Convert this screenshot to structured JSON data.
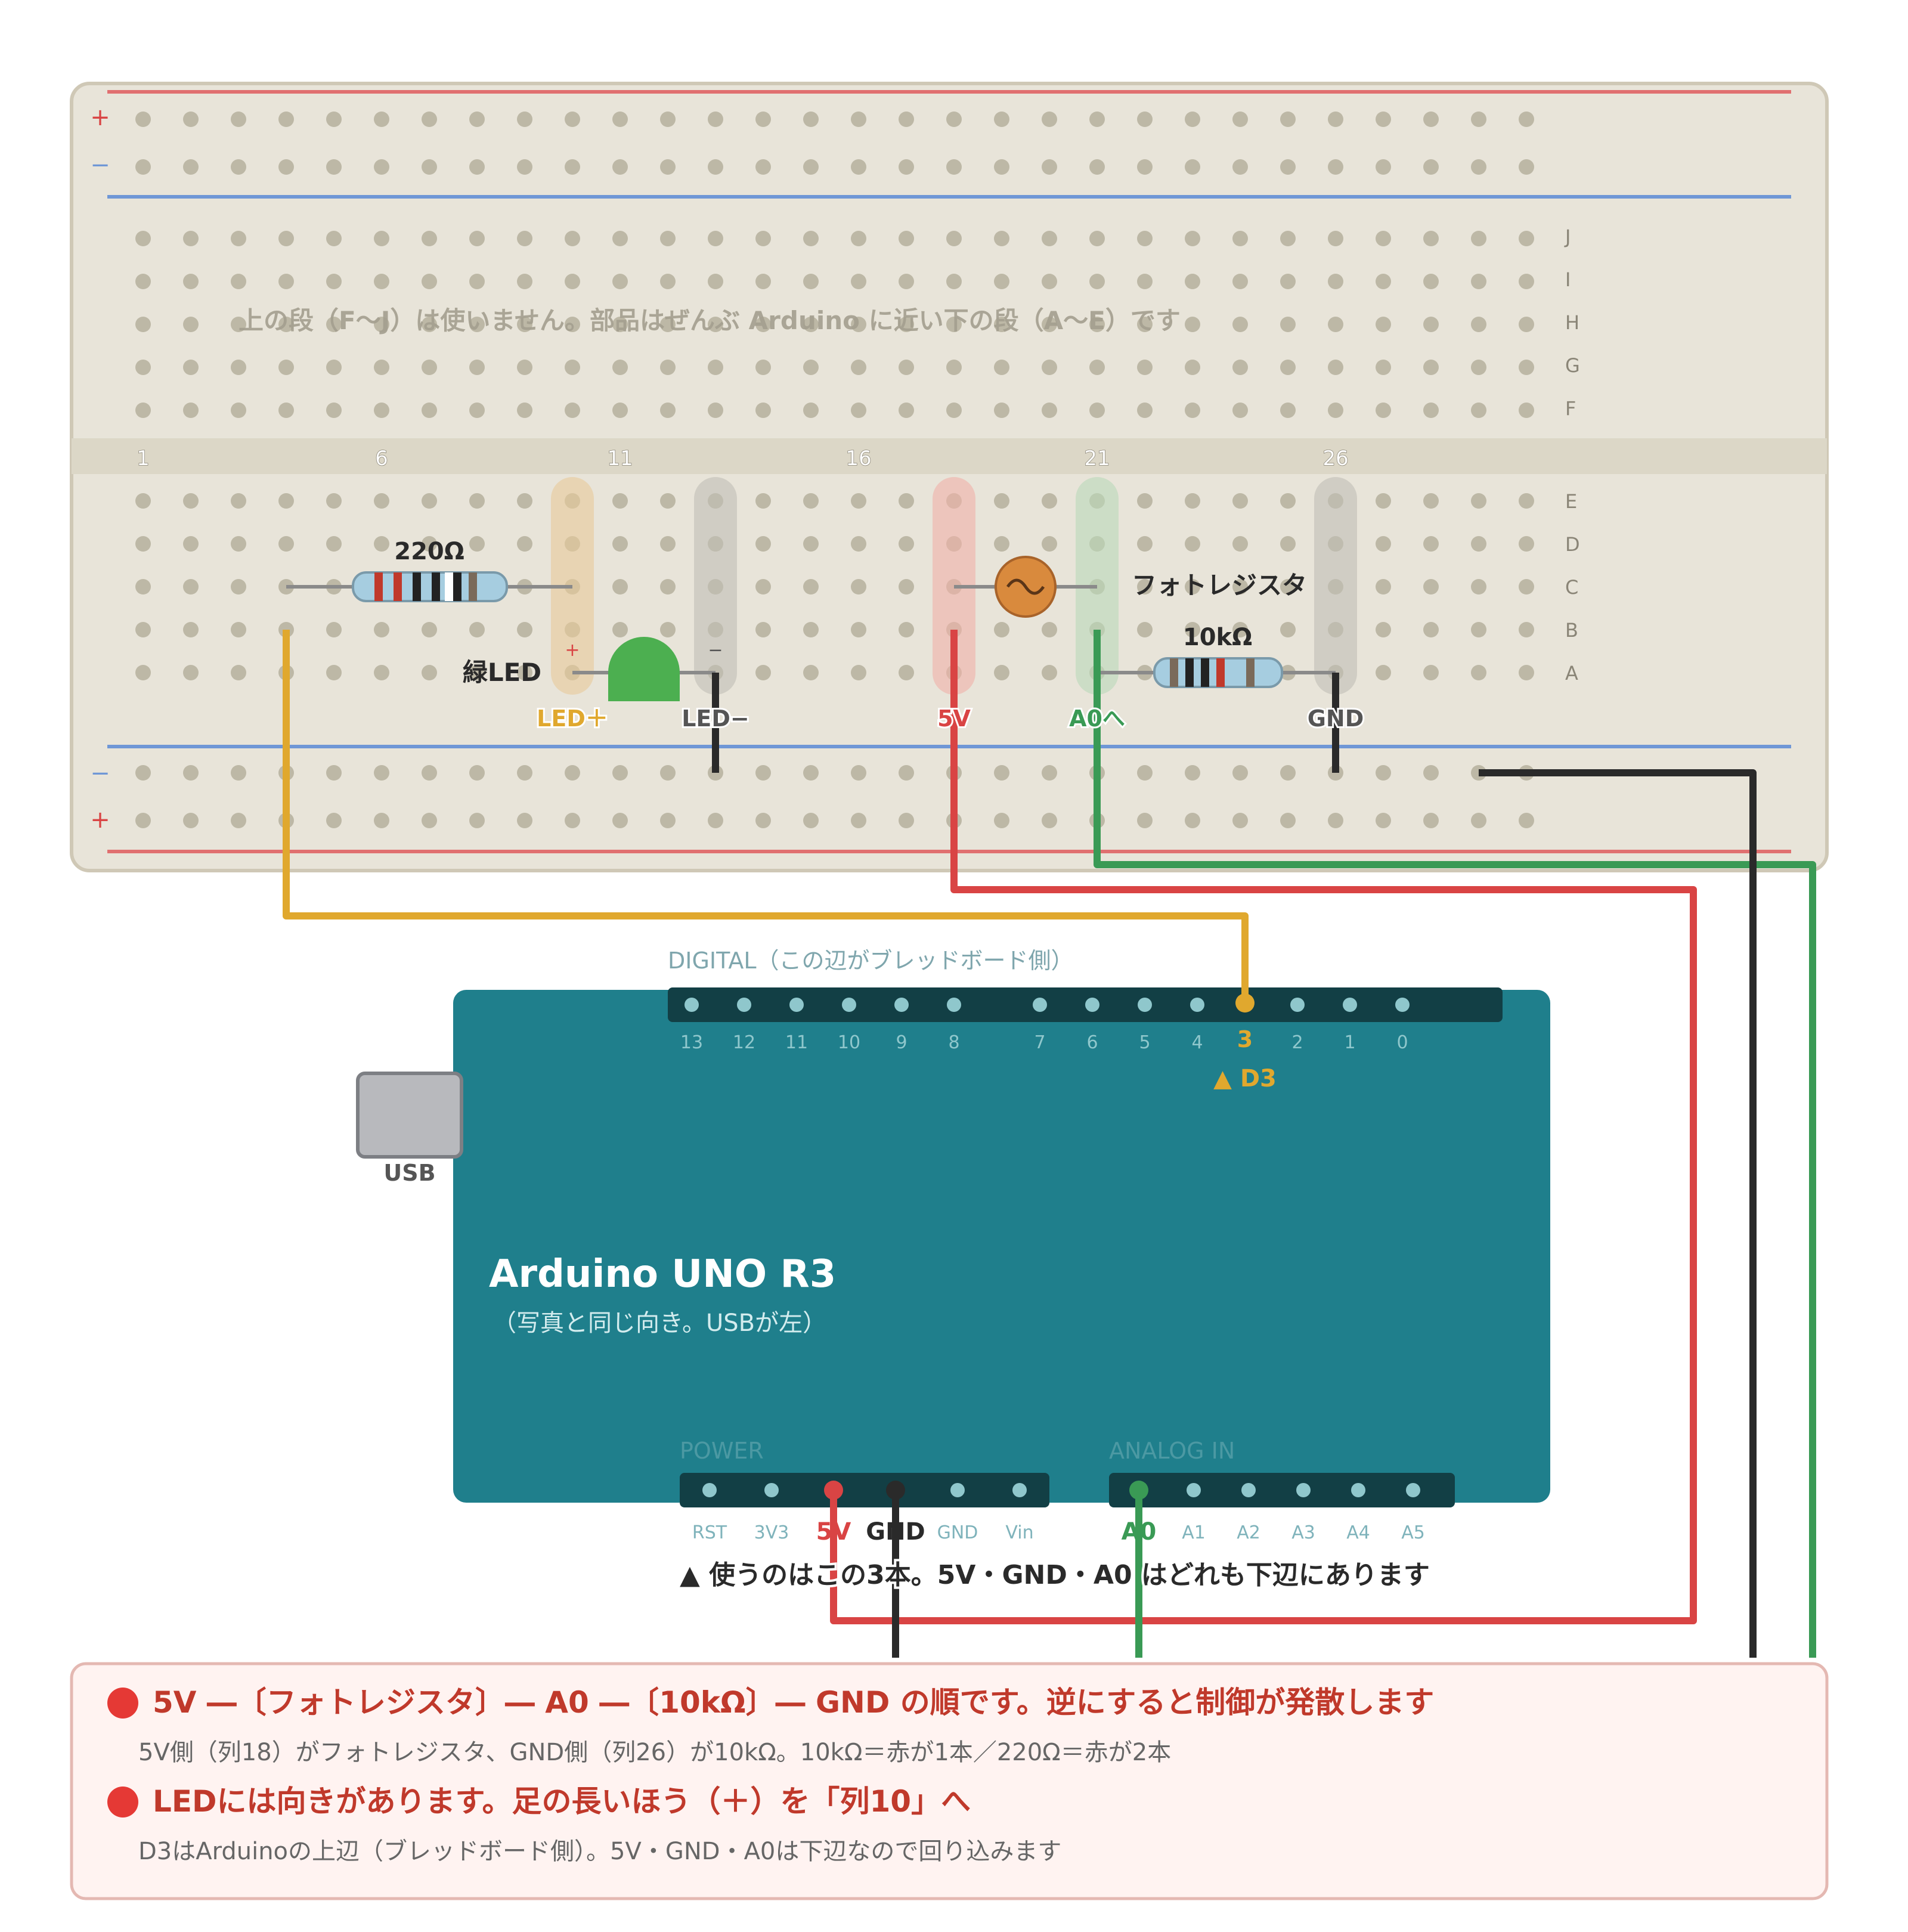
{
  "breadboard": {
    "row_labels_top": [
      "J",
      "I",
      "H",
      "G",
      "F"
    ],
    "row_labels_bottom": [
      "E",
      "D",
      "C",
      "B",
      "A"
    ],
    "column_numbers": [
      "1",
      "6",
      "11",
      "16",
      "21",
      "26"
    ],
    "rail_plus": "+",
    "rail_minus": "−",
    "note_top": "上の段（F〜J）は使いません。部品はぜんぶ Arduino に近い下の段（A〜E）です",
    "labels": {
      "resistor_220": "220Ω",
      "green_led": "緑LED",
      "led_plus_mark": "+",
      "led_minus_mark": "−",
      "led_plus": "LED＋",
      "led_minus": "LED−",
      "five_v": "5V",
      "a0": "A0へ",
      "gnd": "GND",
      "photoresistor": "フォトレジスタ",
      "resistor_10k": "10kΩ"
    }
  },
  "arduino": {
    "title": "Arduino UNO R3",
    "subtitle": "（写真と同じ向き。USBが左）",
    "usb_label": "USB",
    "digital_header_label": "DIGITAL（この辺がブレッドボード側）",
    "digital_pins": [
      "13",
      "12",
      "11",
      "10",
      "9",
      "8",
      "7",
      "6",
      "5",
      "4",
      "3",
      "2",
      "1",
      "0"
    ],
    "d3_marker": "▲ D3",
    "power_label": "POWER",
    "power_pins": [
      "RST",
      "3V3",
      "5V",
      "GND",
      "GND",
      "Vin"
    ],
    "analog_label": "ANALOG IN",
    "analog_pins": [
      "A0",
      "A1",
      "A2",
      "A3",
      "A4",
      "A5"
    ],
    "bottom_note": "▲ 使うのはこの3本。5V・GND・A0 はどれも下辺にあります"
  },
  "notes": [
    {
      "title": "5V ―〔フォトレジスタ〕― A0 ―〔10kΩ〕― GND の順です。逆にすると制御が発散します",
      "detail": "5V側（列18）がフォトレジスタ、GND側（列26）が10kΩ。10kΩ＝赤が1本／220Ω＝赤が2本"
    },
    {
      "title": "LEDには向きがあります。足の長いほう（＋）を「列10」へ",
      "detail": "D3はArduinoの上辺（ブレッドボード側）。5V・GND・A0は下辺なので回り込みます"
    }
  ],
  "colors": {
    "board": "#e8e4d9",
    "arduino": "#1f7f8c",
    "wire_yellow": "#e0a82e",
    "wire_red": "#d94444",
    "wire_black": "#2a2a2a",
    "wire_green": "#3a9a55",
    "led_green": "#4caf50",
    "photoresistor": "#d98a3d",
    "note_red": "#c0392b"
  }
}
